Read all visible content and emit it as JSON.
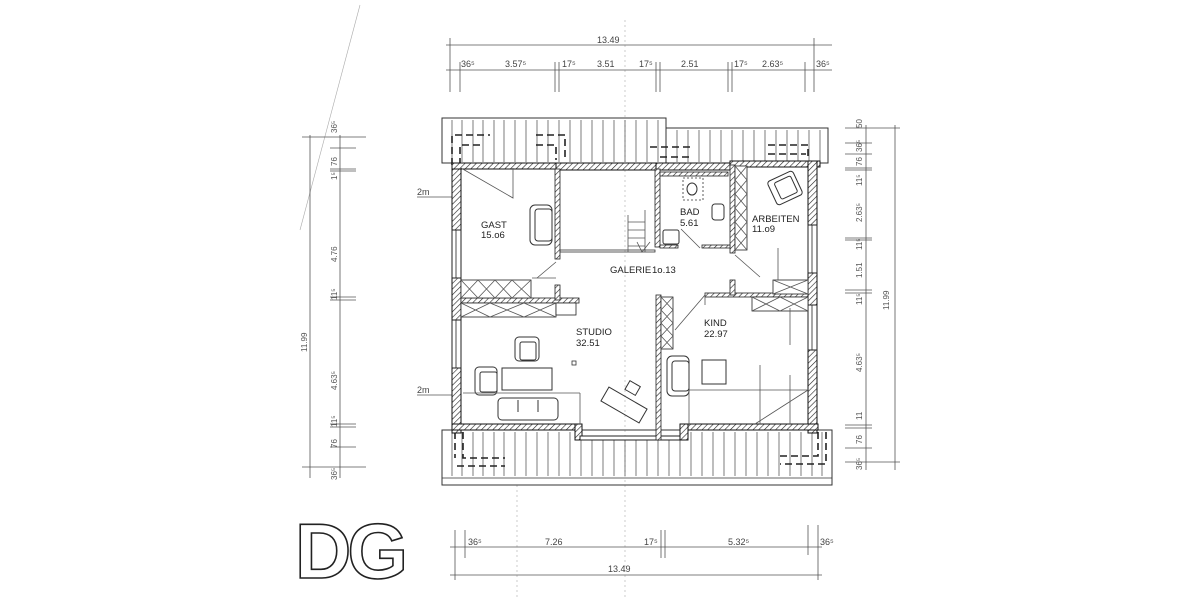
{
  "drawing": {
    "floor_label": "DG",
    "colors": {
      "line": "#222222",
      "background": "#ffffff",
      "faint": "#aaaaaa"
    }
  },
  "dimensions": {
    "top": {
      "total": "13.49",
      "segments": [
        "36⁵",
        "3.57⁵",
        "17⁵",
        "3.51",
        "17⁵",
        "2.51",
        "17⁵",
        "2.63⁵",
        "36⁵"
      ]
    },
    "bottom": {
      "total": "13.49",
      "segments": [
        "36⁵",
        "7.26",
        "17⁵",
        "5.32⁵",
        "36⁵"
      ]
    },
    "left": {
      "total": "11.99",
      "segments": [
        "36⁵",
        "76",
        "1⁵",
        "4.76",
        "11⁵",
        "4.63⁵",
        "11⁵",
        "76",
        "36⁵"
      ]
    },
    "right": {
      "total": "11.99",
      "segments": [
        "50",
        "36⁵",
        "76",
        "11⁵",
        "2.63⁵",
        "11⁵",
        "1.51",
        "11⁵",
        "4.63⁵",
        "11",
        "76",
        "36⁵"
      ]
    },
    "height_marks": [
      "2m",
      "2m"
    ]
  },
  "rooms": [
    {
      "name": "GAST",
      "area": "15.o6"
    },
    {
      "name": "BAD",
      "area": "5.61"
    },
    {
      "name": "ARBEITEN",
      "area": "11.o9"
    },
    {
      "name": "GALERIE",
      "area": "1o.13"
    },
    {
      "name": "STUDIO",
      "area": "32.51"
    },
    {
      "name": "KIND",
      "area": "22.97"
    }
  ]
}
